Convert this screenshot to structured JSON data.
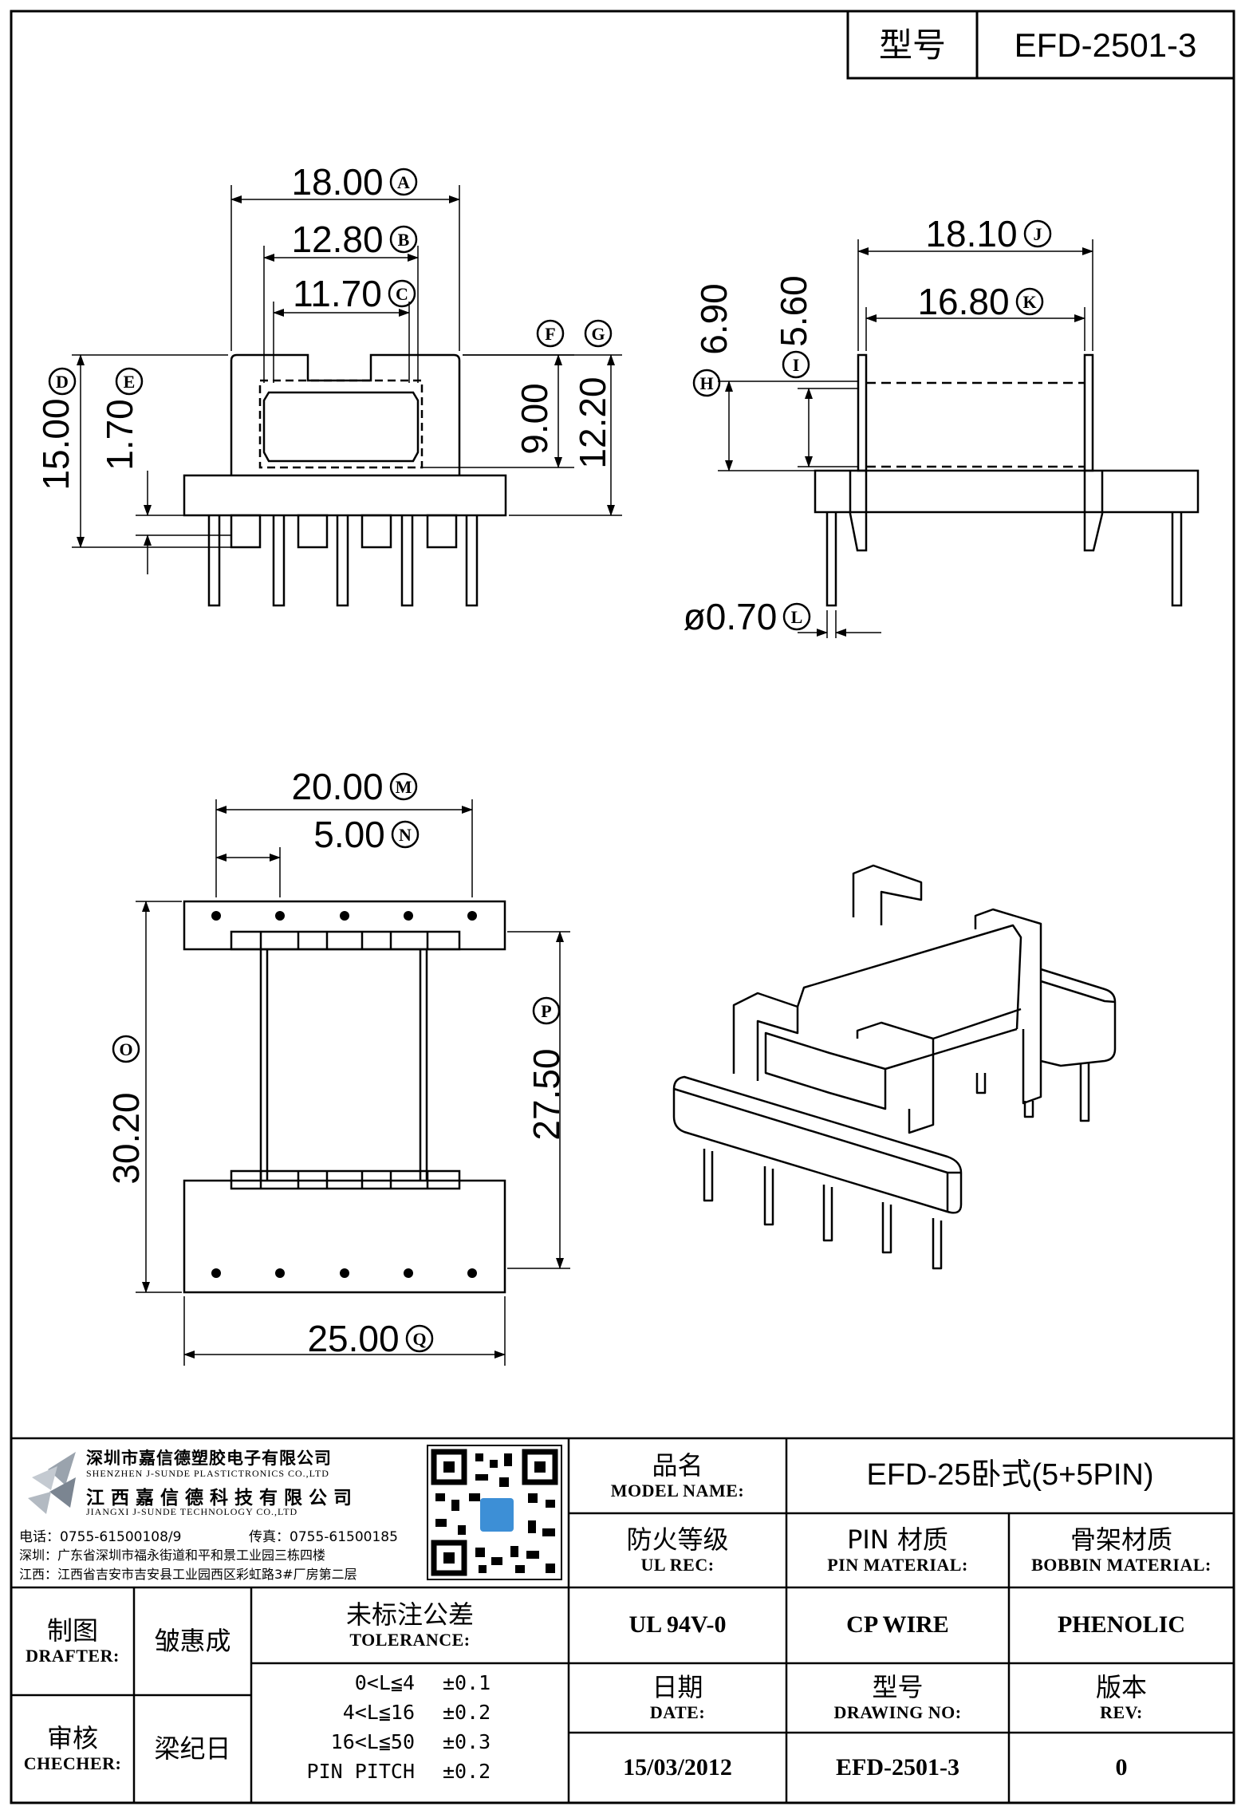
{
  "header": {
    "type_label": "型号",
    "type_value": "EFD-2501-3"
  },
  "dims": {
    "A": "18.00",
    "B": "12.80",
    "C": "11.70",
    "D": "15.00",
    "E": "1.70",
    "F": "9.00",
    "G": "12.20",
    "H": "6.90",
    "I": "5.60",
    "J": "18.10",
    "K": "16.80",
    "L": "ø0.70",
    "M": "20.00",
    "N": "5.00",
    "O": "30.20",
    "P": "27.50",
    "Q": "25.00"
  },
  "company": {
    "name_sz": "深圳市嘉信德塑胶电子有限公司",
    "name_sz_en": "SHENZHEN J-SUNDE PLASTICTRONICS CO.,LTD",
    "name_jx": "江西嘉信德科技有限公司",
    "name_jx_en": "JIANGXI J-SUNDE TECHNOLOGY CO.,LTD",
    "phone": "电话：0755-61500108/9",
    "fax": "传真：0755-61500185",
    "addr_sz": "深圳：广东省深圳市福永街道和平和景工业园三栋四楼",
    "addr_jx": "江西：江西省吉安市吉安县工业园西区彩虹路3#厂房第二层"
  },
  "title_block": {
    "model_name_zh": "品名",
    "model_name_en": "MODEL NAME:",
    "model_name_value": "EFD-25卧式(5+5PIN)",
    "ul_zh": "防火等级",
    "ul_en": "UL REC:",
    "ul_value": "UL 94V-0",
    "pin_zh": "PIN 材质",
    "pin_en": "PIN MATERIAL:",
    "pin_value": "CP WIRE",
    "bobbin_zh": "骨架材质",
    "bobbin_en": "BOBBIN MATERIAL:",
    "bobbin_value": "PHENOLIC",
    "drafter_zh": "制图",
    "drafter_en": "DRAFTER:",
    "drafter_value": "皱惠成",
    "checker_zh": "审核",
    "checker_en": "CHECHER:",
    "checker_value": "梁纪日",
    "tolerance_zh": "未标注公差",
    "tolerance_en": "TOLERANCE:",
    "tolerances": [
      {
        "range": "0<L≦4",
        "value": "±0.1"
      },
      {
        "range": "4<L≦16",
        "value": "±0.2"
      },
      {
        "range": "16<L≦50",
        "value": "±0.3"
      },
      {
        "range": "PIN PITCH",
        "value": "±0.2"
      }
    ],
    "date_zh": "日期",
    "date_en": "DATE:",
    "date_value": "15/03/2012",
    "drawing_zh": "型号",
    "drawing_en": "DRAWING NO:",
    "drawing_value": "EFD-2501-3",
    "rev_zh": "版本",
    "rev_en": "REV:",
    "rev_value": "0"
  }
}
